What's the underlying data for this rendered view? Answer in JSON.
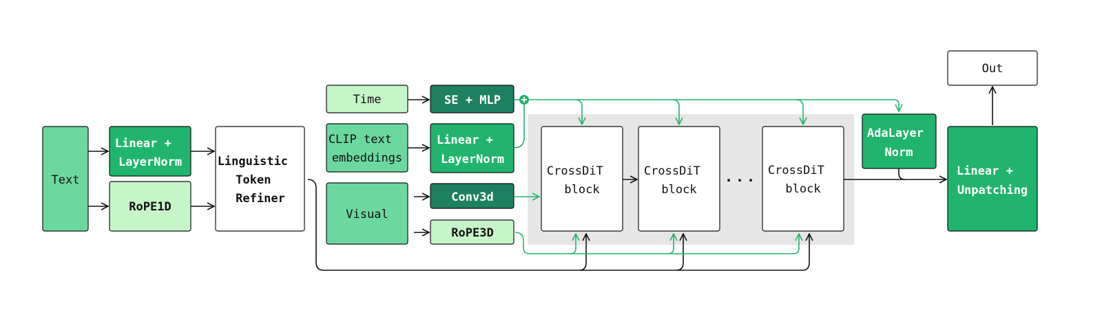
{
  "colors": {
    "green_dark": "#1e8060",
    "green": "#20b46d",
    "green_mid": "#6cd89d",
    "green_light": "#c6f5c8",
    "panel_gray": "#e6e6e6",
    "line_green": "#20b46d",
    "line_black": "#111111"
  },
  "nodes": {
    "text": "Text",
    "linear_layernorm_1": [
      "Linear +",
      "LayerNorm"
    ],
    "rope1d": "RoPE1D",
    "linguistic_token_refiner": [
      "Linguistic",
      "Token",
      "Refiner"
    ],
    "time": "Time",
    "clip_text_embeddings": [
      "CLIP text",
      "embeddings"
    ],
    "visual": "Visual",
    "se_mlp": "SE + MLP",
    "linear_layernorm_2": [
      "Linear +",
      "LayerNorm"
    ],
    "conv3d": "Conv3d",
    "rope3d": "RoPE3D",
    "crossdit_block": [
      "CrossDiT",
      "block"
    ],
    "ellipsis": "...",
    "adalayer_norm": [
      "AdaLayer",
      "Norm"
    ],
    "linear_unpatching": [
      "Linear +",
      "Unpatching"
    ],
    "out": "Out"
  },
  "icons": {
    "sum_node": "plus-circle-icon"
  }
}
